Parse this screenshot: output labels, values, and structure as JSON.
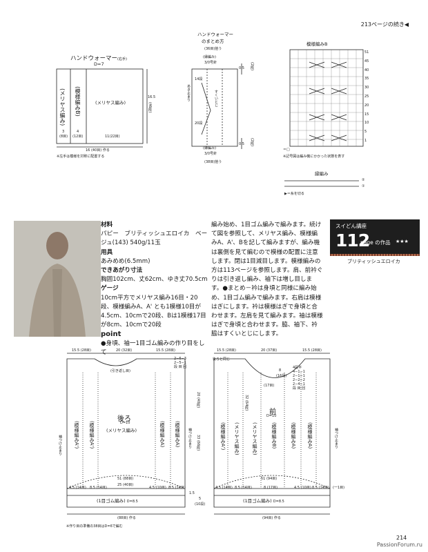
{
  "header": {
    "continued": "213ページの続き"
  },
  "page_number": "214",
  "watermark": "PassionForum.ru",
  "banner": {
    "series": "スイどん講座",
    "number": "112",
    "suffix": "page の作品",
    "stars": "★★★",
    "yarn_label": "ブリティッシュエロイカ"
  },
  "materials": {
    "heading": "材料",
    "yarn": "パピー　ブリティッシュエロイカ　ベージュ(143) 540g/11玉",
    "tools_heading": "用具",
    "tools": "あみめめ(6.5mm)",
    "size_heading": "できあがり寸法",
    "size": "胸囲102cm、丈62cm、ゆき丈70.5cm",
    "gauge_heading": "ゲージ",
    "gauge": "10cm平方でメリヤス編み16目・20段、模様編みA、A' とも1模様10目が4.5cm、10cmで20段、Bは1模様17目が8cm、10cmで20段",
    "point_heading": "point",
    "point_text": "●身頃、袖一1目ゴム編みの作り目をして"
  },
  "instructions_col2": "編み始め、1目ゴム編みで編みます。続けて図を参照して、メリヤス編み、模様編みA、A'、Bを記して編みますが、編み機は裏側を見て編むので模様の配置に注意します。閉は1目減目します。模様編みの方は113ページを参照します。肩、前衿ぐりは引き返し編み、袖下は増し目します。●まとめ－衿は身頃と同様に編み始め、1目ゴム編みで編みます。右肩は模様はぎにします。衿は模様はぎで身頃と合わせます。左肩を見て編みます。袖は模様はぎで身頃と合わせます。脇、袖下、衿脇はすくいとじにします。",
  "handwarmer": {
    "title": "ハンドウォーマー",
    "side": "(右手)",
    "needle": "D=7",
    "labels": [
      "(メリヤス編み)",
      "(模様編みB)",
      "(メリヤス編み)"
    ],
    "height": "16.5",
    "height_rows": "(46段)",
    "stitches_a": "3",
    "stitches_a2": "(8目)",
    "stitches_b": "4",
    "stitches_b2": "(12目)",
    "stitches_c": "11(22目)",
    "width": "16 (40目)",
    "width_note": "作る",
    "footnote": "※左手は模様を対称に配置する"
  },
  "assembly": {
    "title": "ハンドウォーマー",
    "subtitle": "のまとめ方",
    "top_label": "(36目)",
    "top_label2": "拾う",
    "rib_top": "(縁編み)",
    "rib_top2": "3/0号針",
    "top_dim": "0.5",
    "top_rows": "(2段)",
    "rows_14": "14段",
    "rows_20": "20段",
    "left_note": "あき止まり",
    "center_note": "すくいとじ",
    "rib_bottom": "(縁編み)",
    "rib_bottom2": "3/0号針",
    "bottom_dim": "0.5",
    "bottom_rows": "(2段)",
    "bottom_label": "(38目)",
    "bottom_label2": "拾う"
  },
  "chart_b": {
    "title": "模様編みB",
    "legend": "＝□",
    "note": "※記号図は編み機にかかった状態を表す",
    "numbers": [
      "51",
      "45",
      "40",
      "35",
      "30",
      "25",
      "20",
      "15",
      "10",
      "5",
      "1"
    ]
  },
  "edge": {
    "title": "縁編み",
    "note": "＝糸を切る",
    "rows": [
      "②",
      "①"
    ]
  },
  "back": {
    "title": "後ろ",
    "needle": "D=10",
    "top_dims": [
      "15.5 (28目)",
      "20 (32目)",
      "15.5 (28目)"
    ],
    "neck_note": "(引き返し目)",
    "shoulder_steps": [
      "2−6−3",
      "2−5−1",
      "段 目 回"
    ],
    "center_label": "(メリヤス編み)",
    "pattern_labels": [
      "(模様編みA')",
      "(模様編みA')",
      "(模様編みA)",
      "(模様編みA)"
    ],
    "side_note": "袖つけ止まり",
    "rows_right": "20 (40段)",
    "rows_total": "33 (66段)",
    "rows_lower": "5",
    "rows_lower2": "(10段)",
    "bottom_width": "51 (88目)",
    "bottom_split": "25 (40目)",
    "small_dims": [
      "4.5 (14目)",
      "8.5 (14目)",
      "4.5 (10目)",
      "8.5 (14目)"
    ],
    "rib": "(1目ゴム編み)",
    "rib_needle": "D=8.5",
    "cast_on": "(88目) 作る",
    "footnote": "※作り目の準備の38目はD=6で編む",
    "d_small": "1.5"
  },
  "front": {
    "title": "前",
    "needle": "D=10",
    "top_dims": [
      "15.5 (28目)",
      "20 (37目)",
      "15.5 (28目)"
    ],
    "neck_note": "後ろと同じ",
    "neck_rows": "8",
    "neck_rows2": "(16段)",
    "neck_stitches": "(17目)",
    "neck_steps": [
      "4段平",
      "4−1−1",
      "2−1−1",
      "2−2−2",
      "2−4−1",
      "段 目 回"
    ],
    "center_rows": "32 (64段)",
    "center_label": "(模様編みB)",
    "pattern_labels": [
      "(模様編みA')",
      "(メリヤス編み)",
      "(メリヤス編み)",
      "(模様編みA)",
      "(模様編みA)"
    ],
    "side_note": "袖つけ止まり",
    "bottom_width": "51 (94目)",
    "small_dims": [
      "4.5 (14目)",
      "8.5 (14目)",
      "8 (17目)",
      "4.5 (10目)",
      "8.5 (14目)"
    ],
    "rib": "(1目ゴム編み)",
    "rib_needle": "D=8.5",
    "cast_on": "(94目) 作る",
    "right_note": "(一1目)"
  }
}
